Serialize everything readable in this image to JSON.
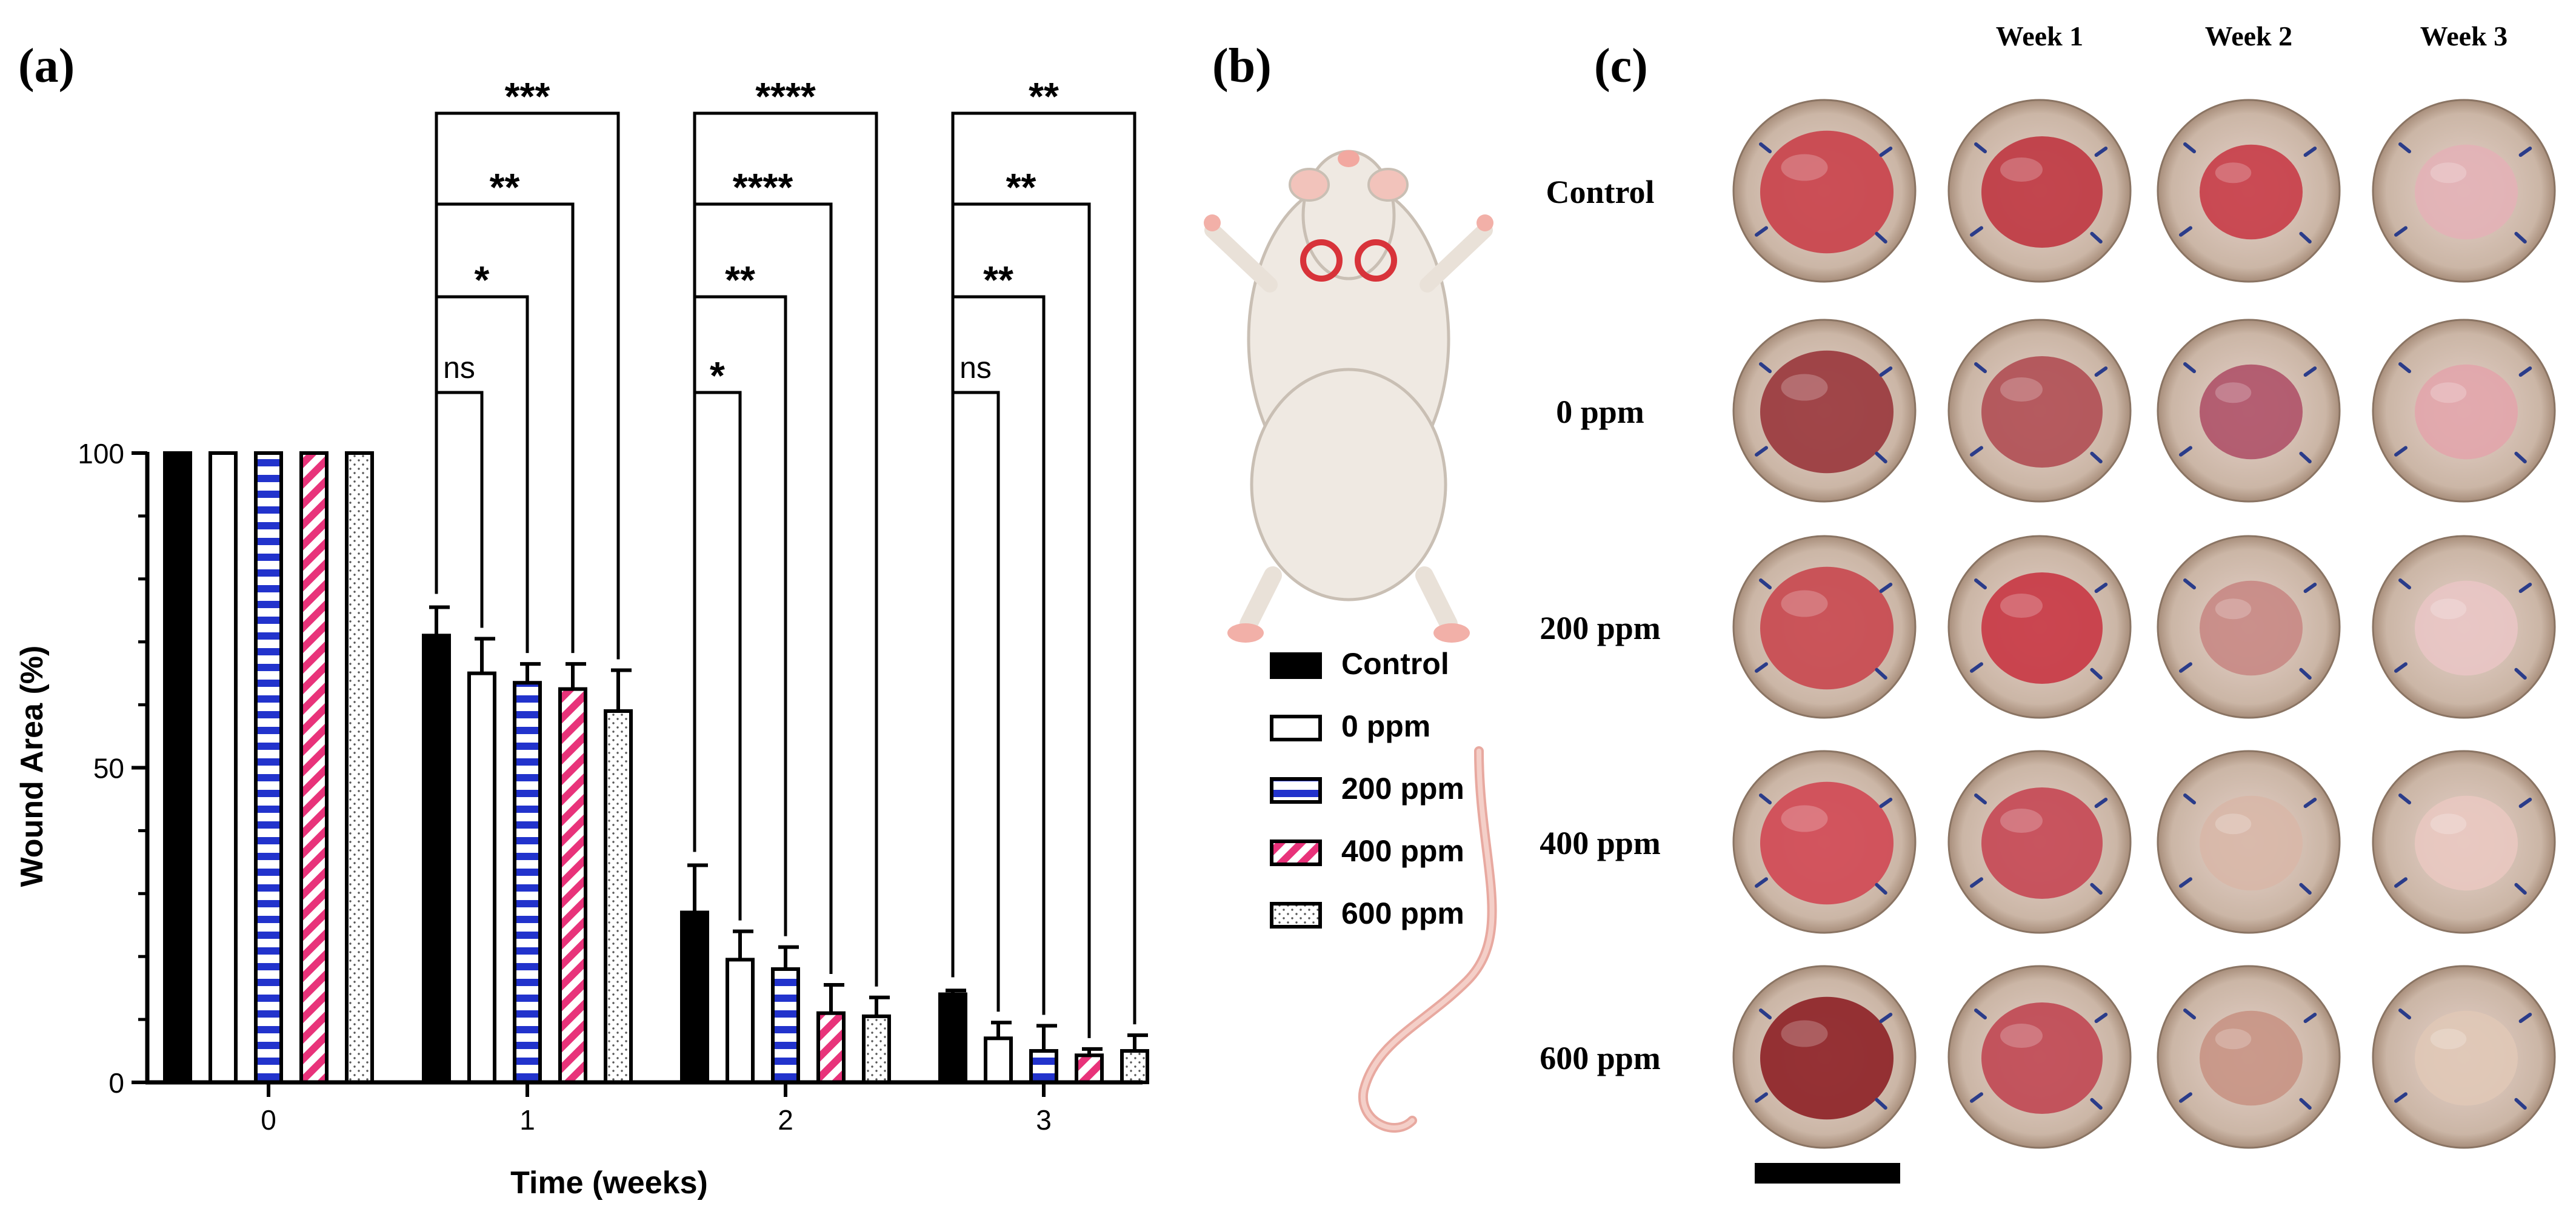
{
  "panels": {
    "a": "(a)",
    "b": "(b)",
    "c": "(c)"
  },
  "chart_data": {
    "type": "bar",
    "title": "",
    "xlabel": "Time (weeks)",
    "ylabel": "Wound Area (%)",
    "ylim": [
      0,
      100
    ],
    "yticks": [
      0,
      50,
      100
    ],
    "categories": [
      "0",
      "1",
      "2",
      "3"
    ],
    "grid": false,
    "legend_position": "right",
    "series": [
      {
        "name": "Control",
        "values": [
          100,
          71,
          27,
          14
        ],
        "errors": [
          0,
          4.5,
          7.5,
          0.6
        ],
        "fill": "solid",
        "color": "#000000"
      },
      {
        "name": "0 ppm",
        "values": [
          100,
          65,
          19.5,
          7
        ],
        "errors": [
          0,
          5.5,
          4.5,
          2.5
        ],
        "fill": "empty",
        "color": "#ffffff"
      },
      {
        "name": "200 ppm",
        "values": [
          100,
          63.5,
          18,
          5
        ],
        "errors": [
          0,
          3,
          3.5,
          4
        ],
        "fill": "hstripe",
        "color": "#2233cc"
      },
      {
        "name": "400 ppm",
        "values": [
          100,
          62.5,
          11,
          4.3
        ],
        "errors": [
          0,
          4,
          4.5,
          1
        ],
        "fill": "diag",
        "color": "#e8337a"
      },
      {
        "name": "600 ppm",
        "values": [
          100,
          59,
          10.5,
          5
        ],
        "errors": [
          0,
          6.5,
          3,
          2.5
        ],
        "fill": "dots",
        "color": "#555555"
      }
    ],
    "significance": [
      [
        {
          "compare": "0 ppm",
          "label": "ns"
        },
        {
          "compare": "200 ppm",
          "label": "*"
        },
        {
          "compare": "400 ppm",
          "label": "**"
        },
        {
          "compare": "600 ppm",
          "label": "***"
        }
      ],
      [
        {
          "compare": "0 ppm",
          "label": "*"
        },
        {
          "compare": "200 ppm",
          "label": "**"
        },
        {
          "compare": "400 ppm",
          "label": "****"
        },
        {
          "compare": "600 ppm",
          "label": "****"
        }
      ],
      [
        {
          "compare": "0 ppm",
          "label": "ns"
        },
        {
          "compare": "200 ppm",
          "label": "**"
        },
        {
          "compare": "400 ppm",
          "label": "**"
        },
        {
          "compare": "600 ppm",
          "label": "**"
        }
      ]
    ]
  },
  "photo_grid": {
    "columns": [
      "",
      "Week 1",
      "Week 2",
      "Week 3"
    ],
    "rows": [
      "Control",
      "0 ppm",
      "200 ppm",
      "400 ppm",
      "600 ppm"
    ],
    "tones": [
      [
        "#c9434c",
        "#bf3a43",
        "#c83f4a",
        "#e3b2b6"
      ],
      [
        "#9a3a3e",
        "#b15056",
        "#b0556a",
        "#e2a6ab"
      ],
      [
        "#c84a50",
        "#c83a45",
        "#c88a85",
        "#e8c6c4"
      ],
      [
        "#d04a55",
        "#c64a56",
        "#d8b7a8",
        "#e8c8c0"
      ],
      [
        "#8e2428",
        "#c04a55",
        "#c89586",
        "#e0c8b6"
      ]
    ]
  }
}
